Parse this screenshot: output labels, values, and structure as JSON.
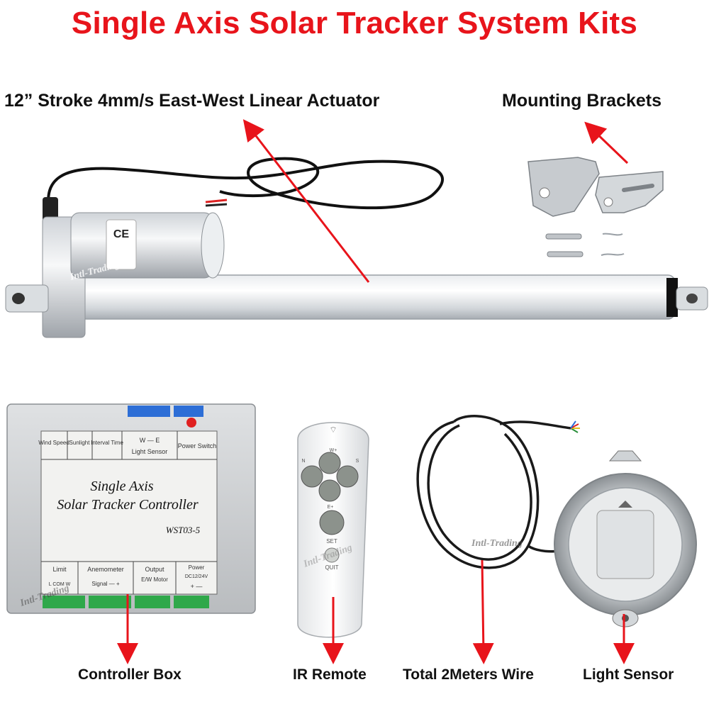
{
  "title": "Single Axis Solar Tracker System Kits",
  "labels": {
    "actuator": "12”  Stroke 4mm/s East-West Linear Actuator",
    "brackets": "Mounting Brackets",
    "controller_box": "Controller Box",
    "ir_remote": "IR Remote",
    "wire": "Total 2Meters Wire",
    "light_sensor": "Light Sensor"
  },
  "controller": {
    "line1": "Single Axis",
    "line2": "Solar Tracker Controller",
    "model": "WST03-5",
    "top_cells": [
      "Wind Speed",
      "Sunlight",
      "Interval Time",
      "W — E",
      "Light Sensor",
      "Power Switch"
    ],
    "bottom_cells": [
      "Limit",
      "L COM W",
      "Anemometer",
      "Signal — +",
      "Output",
      "E/W Motor",
      "Power",
      "DC12/24V",
      "+ —"
    ]
  },
  "remote": {
    "btn_top": "W+",
    "btn_left": "N",
    "btn_right": "S",
    "btn_bottom": "E+",
    "set": "SET",
    "quit": "QUIT"
  },
  "watermark": "Intl-Trading",
  "colors": {
    "title_red": "#e8141b",
    "arrow_red": "#e8141b"
  }
}
